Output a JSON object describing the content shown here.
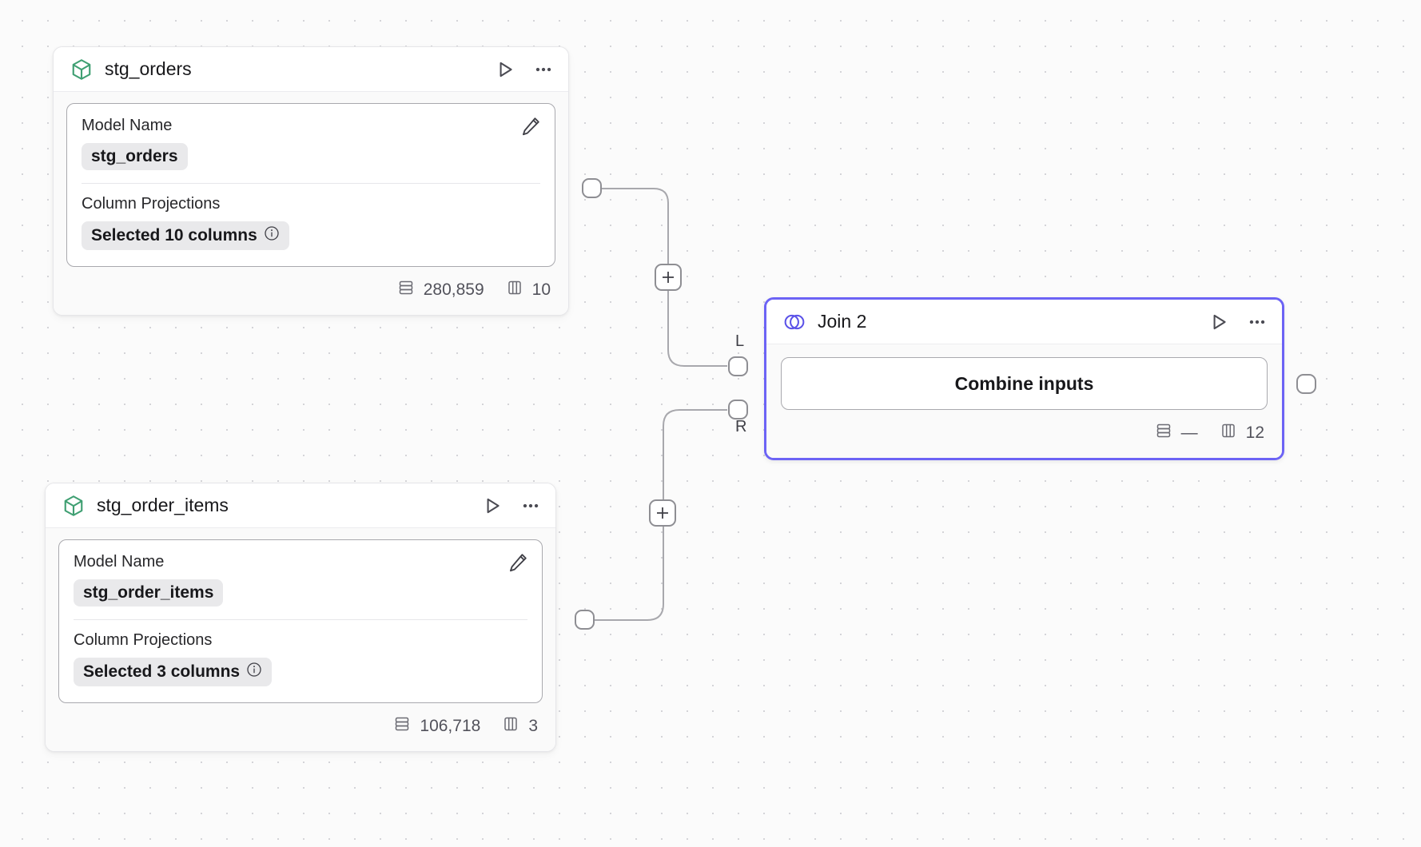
{
  "canvas": {
    "background": "#fbfbfb",
    "grid_dot_color": "#d4d4d8",
    "accent_selected": "#6c63f5",
    "model_icon_color": "#3f9f72"
  },
  "nodes": [
    {
      "id": "stg_orders",
      "icon": "cube-icon",
      "title": "stg_orders",
      "run_label": "Run",
      "menu_label": "More options",
      "panel": {
        "model_name_label": "Model Name",
        "model_name_value": "stg_orders",
        "column_projections_label": "Column Projections",
        "column_projections_value": "Selected 10 columns",
        "edit_label": "Edit"
      },
      "footer": {
        "rows": "280,859",
        "columns": "10"
      }
    },
    {
      "id": "stg_order_items",
      "icon": "cube-icon",
      "title": "stg_order_items",
      "run_label": "Run",
      "menu_label": "More options",
      "panel": {
        "model_name_label": "Model Name",
        "model_name_value": "stg_order_items",
        "column_projections_label": "Column Projections",
        "column_projections_value": "Selected 3 columns",
        "edit_label": "Edit"
      },
      "footer": {
        "rows": "106,718",
        "columns": "3"
      }
    },
    {
      "id": "join_2",
      "icon": "venn-icon",
      "title": "Join 2",
      "run_label": "Run",
      "menu_label": "More options",
      "selected": true,
      "action_button": "Combine inputs",
      "input_port_left_label": "L",
      "input_port_right_label": "R",
      "footer": {
        "rows": "—",
        "columns": "12"
      }
    }
  ],
  "edges": [
    {
      "id": "edge-orders-to-left",
      "plus_label": "+"
    },
    {
      "id": "edge-items-to-right",
      "plus_label": "+"
    }
  ]
}
